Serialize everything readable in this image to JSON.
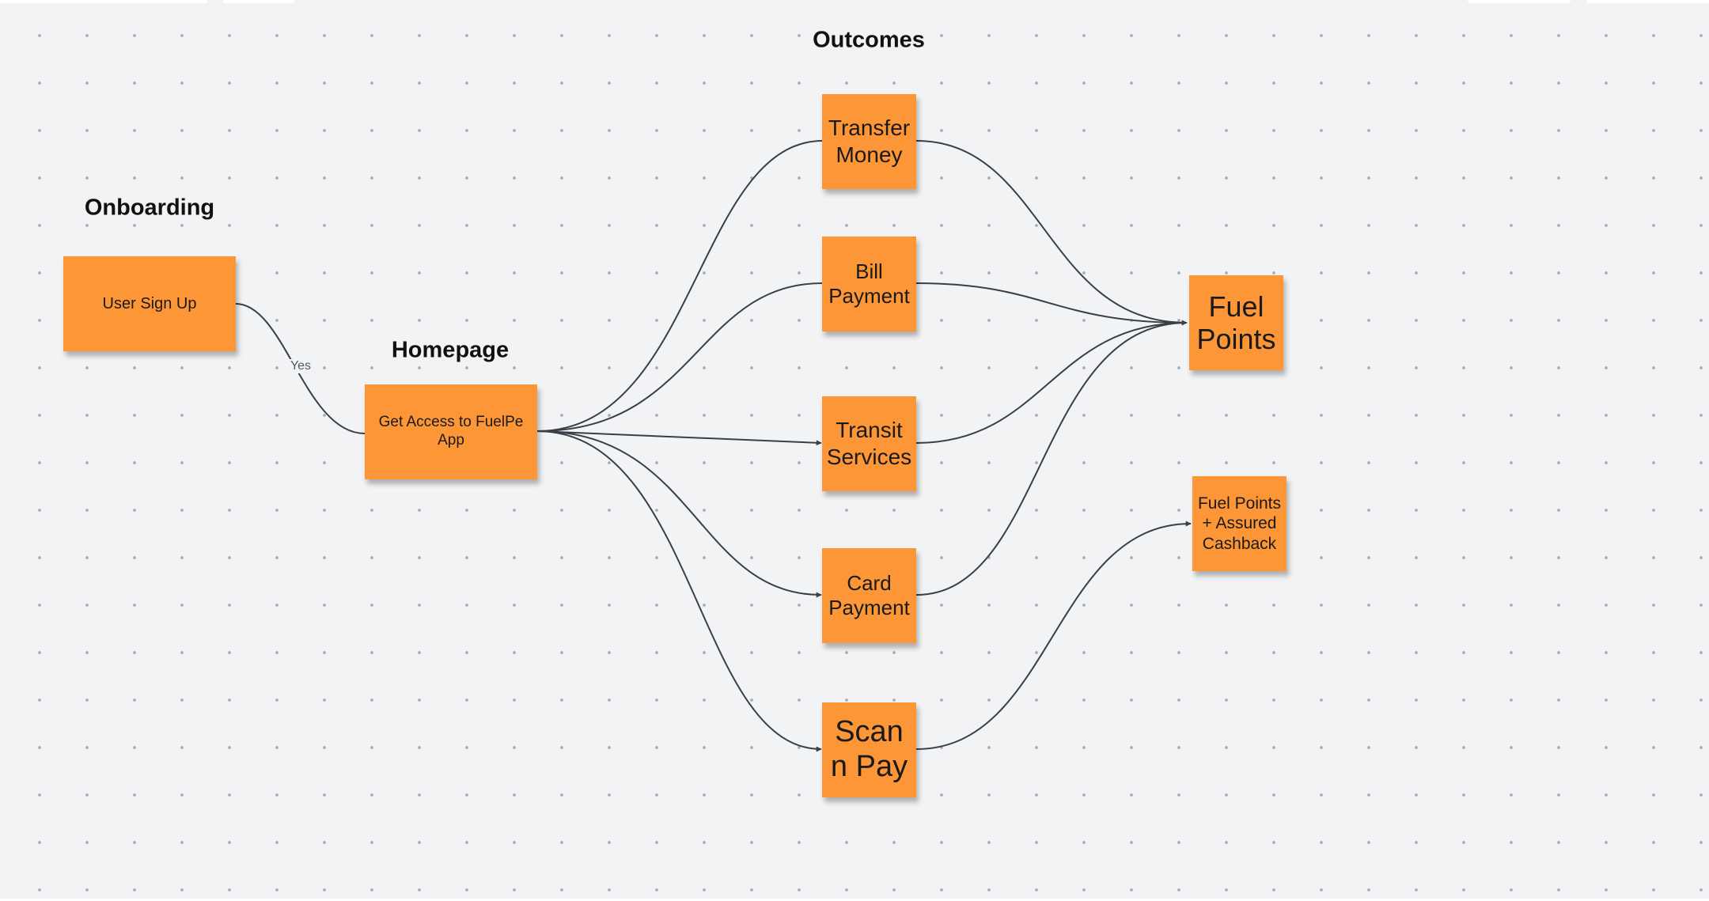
{
  "sections": {
    "onboarding": "Onboarding",
    "homepage": "Homepage",
    "outcomes": "Outcomes"
  },
  "notes": {
    "user_sign_up": "User Sign Up",
    "get_access": "Get Access to FuelPe App",
    "transfer_money": "Transfer Money",
    "bill_payment": "Bill Payment",
    "transit_services": "Transit Services",
    "card_payment": "Card Payment",
    "scan_n_pay": "Scan n Pay",
    "fuel_points": "Fuel Points",
    "fuel_points_cashback": "Fuel Points + Assured Cashback"
  },
  "edge_labels": {
    "signup_to_access": "Yes"
  },
  "colors": {
    "sticky_note": "#fd9636",
    "connector": "#3a3f47",
    "board_background": "#f2f3f4"
  }
}
